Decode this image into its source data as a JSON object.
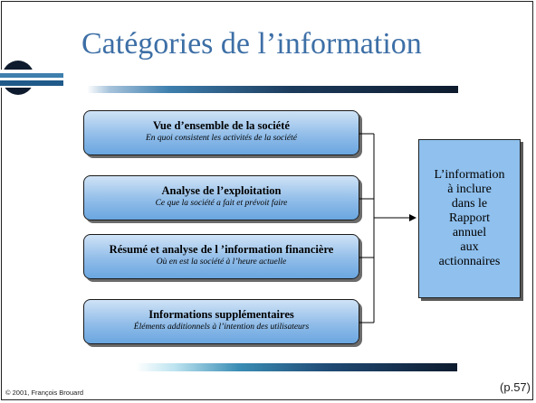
{
  "slide": {
    "title": "Catégories de l’information"
  },
  "sections": [
    {
      "title": "Vue d’ensemble de la société",
      "subtitle": "En quoi consistent les activités de la société"
    },
    {
      "title": "Analyse de l’exploitation",
      "subtitle": "Ce que la société a fait et prévoit faire"
    },
    {
      "title": "Résumé et analyse de l ’information financière",
      "subtitle": "Où en est la société à l’heure actuelle"
    },
    {
      "title": "Informations supplémentaires",
      "subtitle": "Éléments additionnels à l’intention des utilisateurs"
    }
  ],
  "result": {
    "text": "L’information\nà inclure\ndans le\nRapport\nannuel\naux\nactionnaires"
  },
  "footer": {
    "copyright": "© 2001, François Brouard",
    "page_ref": "(p.57)"
  },
  "colors": {
    "title": "#3d6fa6",
    "box_fill": "#91bde9",
    "result_fill": "#8fc0ee"
  }
}
